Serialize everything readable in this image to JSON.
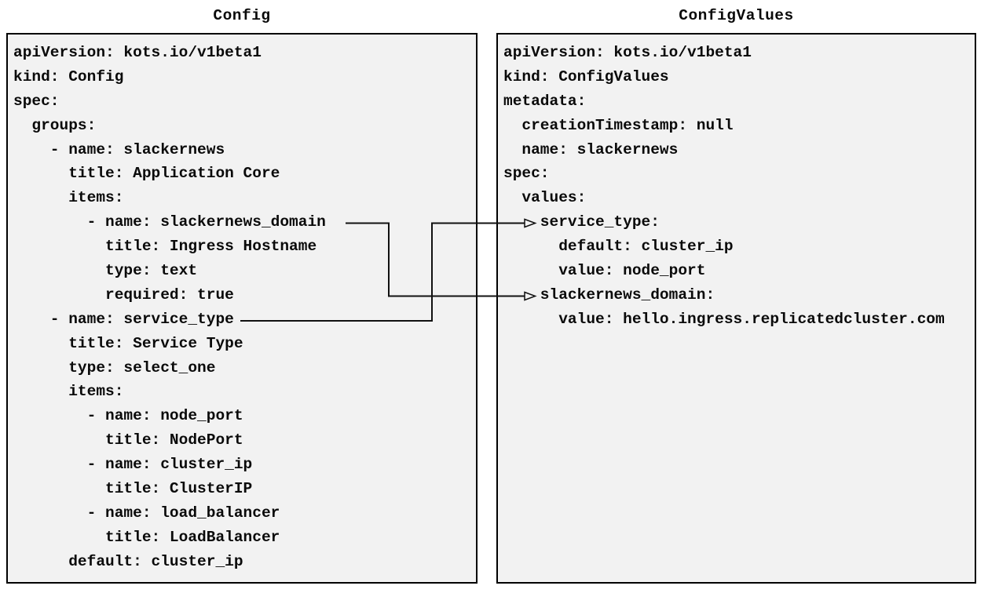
{
  "diagram": {
    "left_panel": {
      "title": "Config",
      "lines": [
        "apiVersion: kots.io/v1beta1",
        "kind: Config",
        "spec:",
        "  groups:",
        "    - name: slackernews",
        "      title: Application Core",
        "      items:",
        "        - name: slackernews_domain",
        "          title: Ingress Hostname",
        "          type: text",
        "          required: true",
        "    - name: service_type",
        "      title: Service Type",
        "      type: select_one",
        "      items:",
        "        - name: node_port",
        "          title: NodePort",
        "        - name: cluster_ip",
        "          title: ClusterIP",
        "        - name: load_balancer",
        "          title: LoadBalancer",
        "      default: cluster_ip"
      ]
    },
    "right_panel": {
      "title": "ConfigValues",
      "lines": [
        "apiVersion: kots.io/v1beta1",
        "kind: ConfigValues",
        "metadata:",
        "  creationTimestamp: null",
        "  name: slackernews",
        "spec:",
        "  values:",
        "    service_type:",
        "      default: cluster_ip",
        "      value: node_port",
        "    slackernews_domain:",
        "      value: hello.ingress.replicatedcluster.com"
      ]
    },
    "connections": [
      {
        "from": "Config item slackernews_domain",
        "to": "ConfigValues value slackernews_domain"
      },
      {
        "from": "Config item service_type",
        "to": "ConfigValues value service_type"
      }
    ],
    "colors": {
      "background": "#ffffff",
      "panel_bg": "#f2f2f2",
      "border": "#000000",
      "text": "#0a0a0a",
      "arrow": "#111111"
    }
  }
}
